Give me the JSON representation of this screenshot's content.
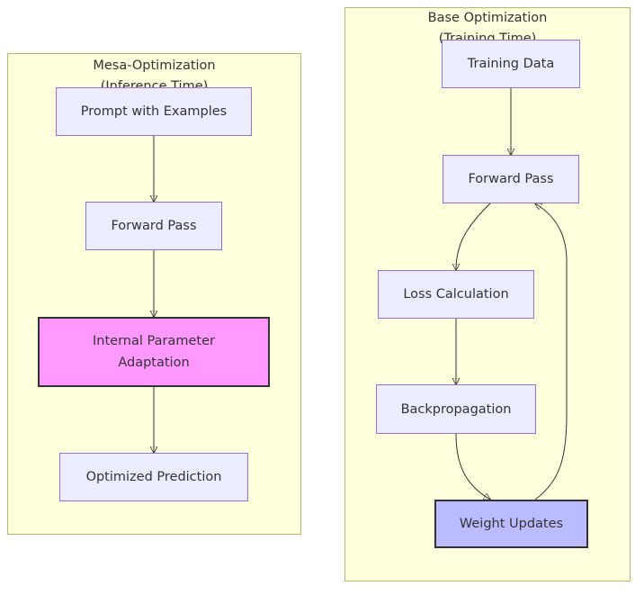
{
  "clusters": {
    "mesa": {
      "title_line1": "Mesa-Optimization",
      "title_line2": "(Inference Time)",
      "nodes": {
        "prompt": "Prompt with Examples",
        "forward": "Forward Pass",
        "adaptation": "Internal Parameter Adaptation",
        "prediction": "Optimized Prediction"
      }
    },
    "base": {
      "title_line1": "Base Optimization",
      "title_line2": "(Training Time)",
      "nodes": {
        "training_data": "Training Data",
        "forward": "Forward Pass",
        "loss": "Loss Calculation",
        "backprop": "Backpropagation",
        "weights": "Weight Updates"
      }
    }
  },
  "colors": {
    "cluster_fill": "#ffffde",
    "cluster_border": "#b8b86a",
    "node_fill": "#ececff",
    "node_border": "#9370db",
    "highlight_pink": "#ff99ff",
    "highlight_blue": "#bbbbff",
    "edge": "#333333"
  }
}
